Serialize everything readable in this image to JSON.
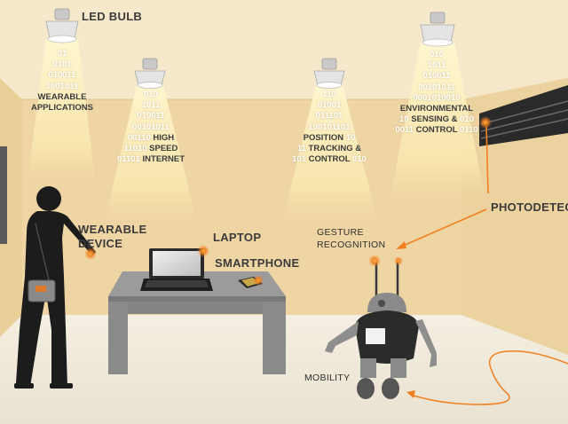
{
  "colors": {
    "wall_back": "#efd7a8",
    "wall_top": "#f4e6c4",
    "wall_side": "#ead099",
    "floor": "#f1ece0",
    "beam": "#fff4c8",
    "accent_orange": "#f08020",
    "silhouette": "#1c1c1c",
    "table": "#8e8e8e",
    "robot": "#6f6f6f"
  },
  "labels": {
    "led_bulb": "LED BULB",
    "wearable_device_line1": "WEARABLE",
    "wearable_device_line2": "DEVICE",
    "laptop": "LAPTOP",
    "smartphone": "SMARTPHONE",
    "gesture_line1": "GESTURE",
    "gesture_line2": "RECOGNITION",
    "photodetector": "PHOTODETEC",
    "mobility": "MOBILITY"
  },
  "beams": {
    "wearable": {
      "bits": [
        "01",
        "0101",
        "010011",
        "1001011"
      ],
      "caption": [
        "WEARABLE",
        "APPLICATIONS"
      ]
    },
    "internet": {
      "lines": [
        [
          "010",
          ""
        ],
        [
          "1011",
          ""
        ],
        [
          "010011",
          ""
        ],
        [
          "00101011",
          ""
        ],
        [
          "00110",
          "HIGH"
        ],
        [
          "11010",
          "SPEED"
        ],
        [
          "01101",
          "INTERNET"
        ]
      ]
    },
    "position": {
      "lines": [
        [
          "110",
          "",
          ""
        ],
        [
          "01001",
          "",
          ""
        ],
        [
          "011101",
          "",
          ""
        ],
        [
          "100101101",
          "",
          ""
        ],
        [
          "",
          "POSITION",
          "10"
        ],
        [
          "11",
          "TRACKING &",
          ""
        ],
        [
          "101",
          "CONTROL",
          "010"
        ]
      ]
    },
    "environment": {
      "lines": [
        [
          "010",
          "",
          ""
        ],
        [
          "1011",
          "",
          ""
        ],
        [
          "010011",
          "",
          ""
        ],
        [
          "00101011",
          "",
          ""
        ],
        [
          "0001010010",
          "",
          ""
        ],
        [
          "",
          "ENVIRONMENTAL",
          ""
        ],
        [
          "10",
          "SENSING &",
          "010"
        ],
        [
          "0011",
          "CONTROL",
          "0110"
        ]
      ]
    }
  },
  "icons": {
    "bulbs": "led-bulb-icon",
    "person": "person-silhouette-icon",
    "robot": "robot-icon",
    "laptop": "laptop-icon",
    "smartphone": "smartphone-icon",
    "photodetector": "photodetector-panel-icon"
  }
}
